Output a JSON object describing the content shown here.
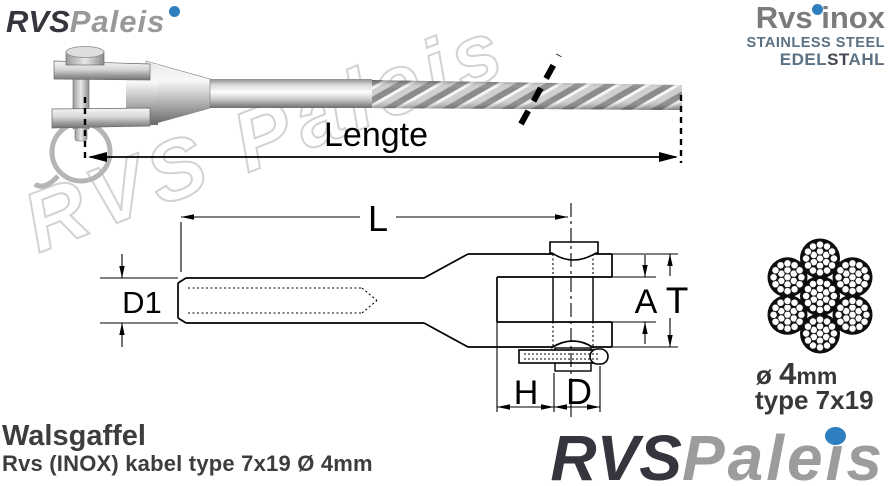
{
  "brand": {
    "logo_left": {
      "rvs": "RVS",
      "paleis": "Paleis"
    },
    "logo_right": {
      "title": "Rvs inox",
      "line2": "STAINLESS STEEL",
      "line3_a": "EDEL",
      "line3_b": "ST",
      "line3_c": "AHL"
    },
    "logo_bottom": {
      "rvs": "RVS",
      "paleis": "Paleis"
    }
  },
  "watermark": {
    "text": "RVS Paleis"
  },
  "photo": {
    "length_label": "Lengte"
  },
  "drawing": {
    "labels": {
      "l": "L",
      "d1": "D1",
      "a": "A",
      "t": "T",
      "h": "H",
      "d": "D"
    }
  },
  "rope_section": {
    "diameter_symbol": "ø",
    "diameter_value": "4",
    "diameter_unit": "mm",
    "type": "type 7x19",
    "strand_count": 7,
    "wires_per_strand": 19
  },
  "product": {
    "name": "Walsgaffel",
    "description": "Rvs (INOX) kabel type 7x19 Ø 4mm"
  },
  "colors": {
    "accent_blue": "#2f7fc0",
    "logo_dark": "#34353d",
    "logo_gray": "#9c9c9c",
    "steel_text": "#5b7183",
    "steel_text_dark": "#43474f",
    "text_dark": "#3d3d3d",
    "watermark_gray": "#d2d2d2",
    "line_black": "#000000"
  }
}
